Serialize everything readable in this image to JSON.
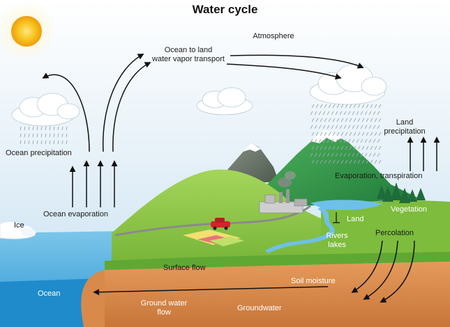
{
  "title": "Water cycle",
  "labels": {
    "atmosphere": "Atmosphere",
    "ocean_to_land_1": "Ocean to land",
    "ocean_to_land_2": "water vapor transport",
    "ocean_precipitation": "Ocean precipitation",
    "ocean_evaporation": "Ocean evaporation",
    "land_precipitation_1": "Land",
    "land_precipitation_2": "precipitation",
    "evaporation_transpiration": "Evaporation, transpiration",
    "vegetation": "Vegetation",
    "land": "Land",
    "rivers_1": "Rivers",
    "rivers_2": "lakes",
    "percolation": "Percolation",
    "ice": "Ice",
    "surface_flow": "Surface flow",
    "soil_moisture": "Soil moisture",
    "ocean": "Ocean",
    "ground_water_flow_1": "Ground water",
    "ground_water_flow_2": "flow",
    "groundwater": "Groundwater"
  },
  "colors": {
    "sky": "#cfe5f3",
    "sun": "#f6c21a",
    "ocean": "#3fa9dc",
    "deep_ocean": "#1e86c4",
    "hills": "#8dc63f",
    "mountain": "#2e9a4a",
    "soil": "#d98a4a",
    "ground_surface": "#6fb33a",
    "arrow": "#111111"
  }
}
